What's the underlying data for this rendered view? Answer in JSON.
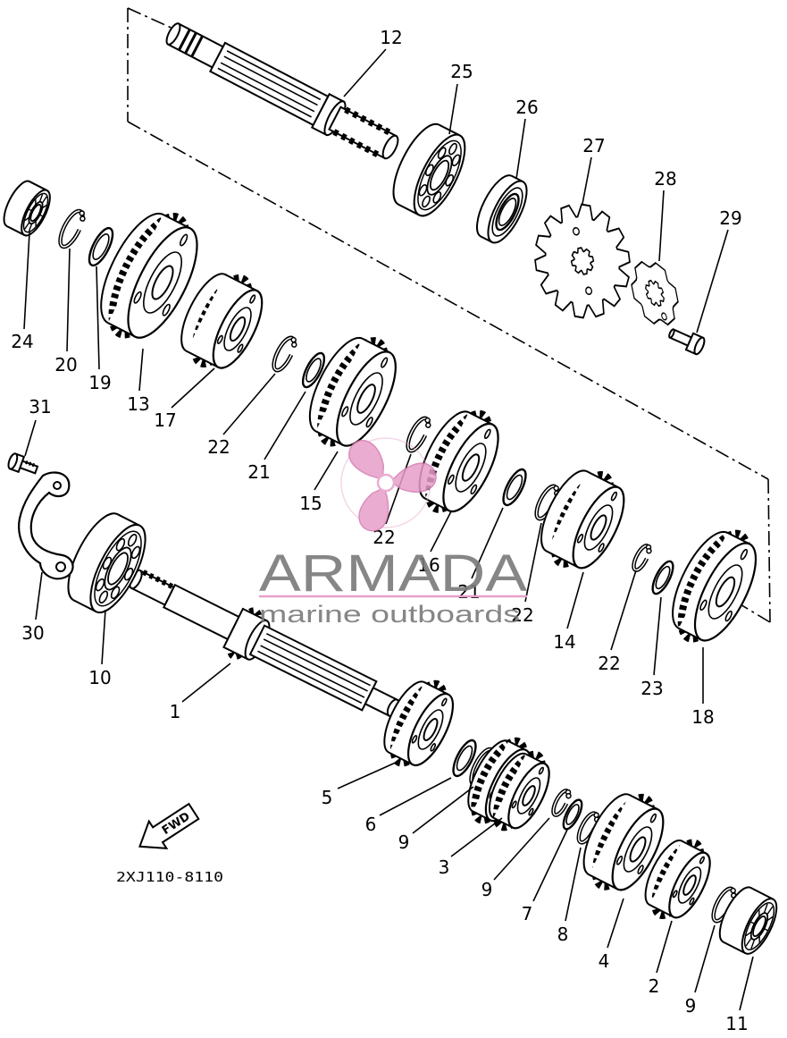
{
  "diagram": {
    "part_number_code": "2XJ110-8110",
    "direction_label": "FWD"
  },
  "callouts": [
    "12",
    "25",
    "26",
    "27",
    "28",
    "29",
    "24",
    "20",
    "19",
    "13",
    "17",
    "22",
    "21",
    "15",
    "22",
    "16",
    "21",
    "22",
    "14",
    "22",
    "23",
    "18",
    "31",
    "30",
    "10",
    "1",
    "5",
    "6",
    "9",
    "3",
    "9",
    "7",
    "8",
    "4",
    "2",
    "9",
    "11"
  ],
  "watermark": {
    "brand": "ARMADA",
    "tagline": "marine outboards"
  },
  "icons": {
    "direction": "fwd-arrow-icon",
    "logo": "propeller-logo-icon"
  },
  "colors": {
    "ink": "#000000",
    "background": "#ffffff",
    "watermark_text": "#7a7a7a",
    "watermark_accent": "#e79fc9"
  }
}
